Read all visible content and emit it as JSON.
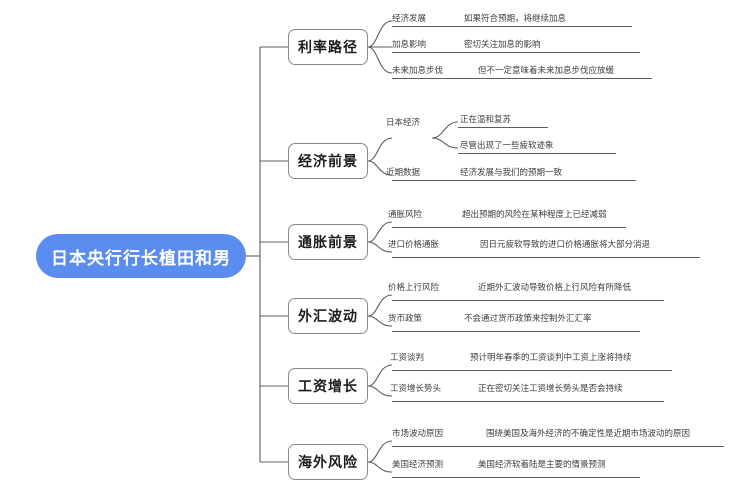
{
  "root": {
    "label": "日本央行行长植田和男",
    "color": "#5b8cf0"
  },
  "branch_color": "#ffffff",
  "line_color": "#5c5c5c",
  "branches": [
    {
      "label": "利率路径",
      "topics": [
        {
          "label": "经济发展",
          "leaf": "如果符合预期，将继续加息"
        },
        {
          "label": "加息影响",
          "leaf": "密切关注加息的影响"
        },
        {
          "label": "未来加息步伐",
          "leaf": "但不一定意味着未来加息步伐应放缓"
        }
      ]
    },
    {
      "label": "经济前景",
      "topics": [
        {
          "label": "日本经济",
          "leaf": "正在温和复苏",
          "leaf2": "尽管出现了一些疲软迹象"
        },
        {
          "label": "近期数据",
          "leaf": "经济发展与我们的预期一致"
        }
      ]
    },
    {
      "label": "通胀前景",
      "topics": [
        {
          "label": "通胀风险",
          "leaf": "超出预期的风险在某种程度上已经减弱"
        },
        {
          "label": "进口价格通胀",
          "leaf": "因日元疲软导致的进口价格通胀将大部分消退"
        }
      ]
    },
    {
      "label": "外汇波动",
      "topics": [
        {
          "label": "价格上行风险",
          "leaf": "近期外汇波动导致价格上行风险有所降低"
        },
        {
          "label": "货币政策",
          "leaf": "不会通过货币政策来控制外汇汇率"
        }
      ]
    },
    {
      "label": "工资增长",
      "topics": [
        {
          "label": "工资谈判",
          "leaf": "预计明年春季的工资谈判中工资上涨将持续"
        },
        {
          "label": "工资增长势头",
          "leaf": "正在密切关注工资增长势头是否会持续"
        }
      ]
    },
    {
      "label": "海外风险",
      "topics": [
        {
          "label": "市场波动原因",
          "leaf": "围绕美国及海外经济的不确定性是近期市场波动的原因"
        },
        {
          "label": "美国经济预测",
          "leaf": "美国经济软着陆是主要的情景预测"
        }
      ]
    }
  ]
}
